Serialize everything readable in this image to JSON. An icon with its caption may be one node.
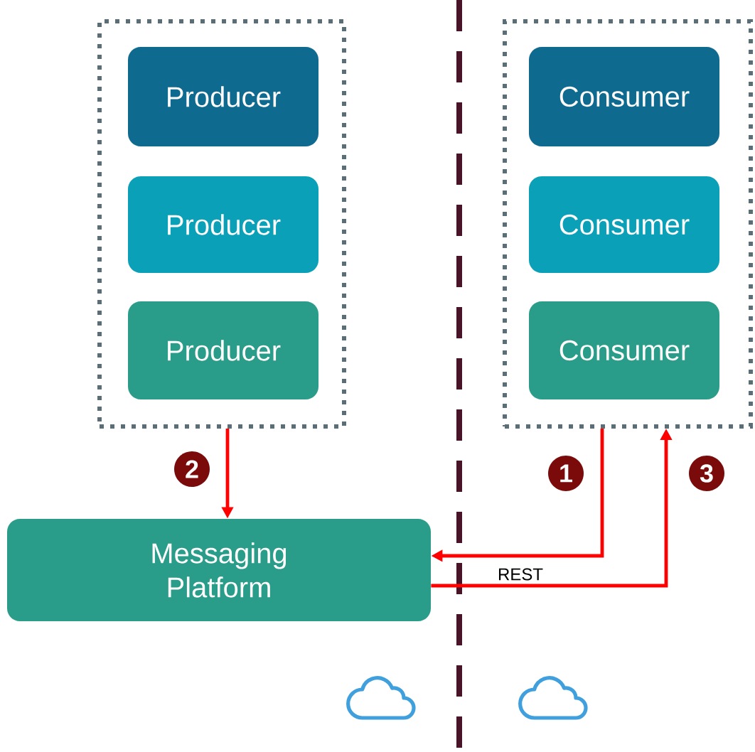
{
  "diagram": {
    "nodes": [
      {
        "text": [],
        "shape": "box"
      },
      {
        "text": [
          "Producer"
        ],
        "in": 0
      },
      {
        "text": [
          "Producer"
        ],
        "in": 0
      },
      {
        "text": [
          "Producer"
        ],
        "in": 0
      },
      {
        "text": [],
        "shape": "box"
      },
      {
        "text": [
          "Consumer"
        ],
        "in": 4
      },
      {
        "text": [
          "Consumer"
        ],
        "in": 4
      },
      {
        "text": [
          "Consumer"
        ],
        "in": 4
      },
      {
        "text": [
          "Messaging Platform"
        ]
      }
    ],
    "edges": [
      {
        "from": 0,
        "to": 8,
        "arrow": "to",
        "label": "2"
      },
      {
        "from": 4,
        "to": 8,
        "arrow": "to",
        "label": "1"
      },
      {
        "from": 8,
        "to": 4,
        "arrow": "to",
        "label": "3"
      }
    ],
    "labels": [
      "REST"
    ]
  }
}
